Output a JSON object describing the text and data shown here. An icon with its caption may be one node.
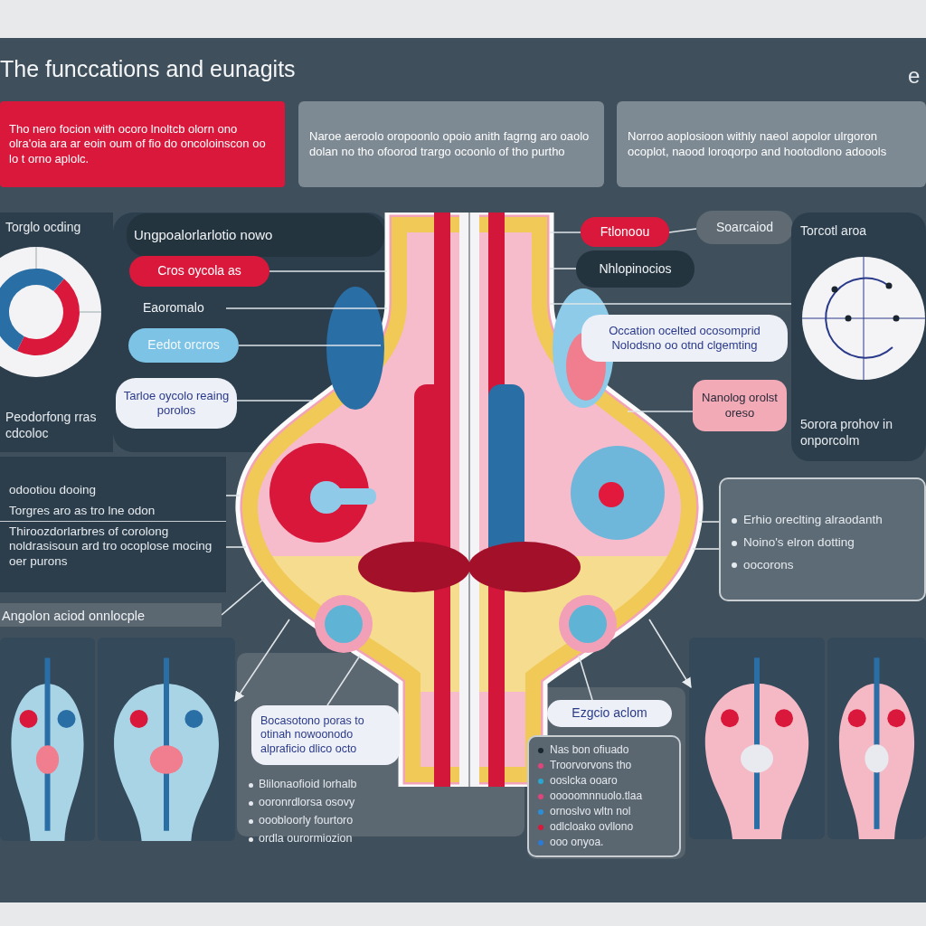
{
  "diagram": {
    "title": "The funccations and eunagits",
    "nodes": [
      {
        "text": [
          "Tho nero focion with ocoro lnoltcb olorn ono olra'oia ara ar eoin oum of fio do oncoloinscon oo lo t orno aplolc."
        ]
      },
      {
        "text": [
          "Naroe aeroolo oropoonlo opoio anith fagrng aro oaolo dolan no tho ofoorod trargo ocoonlo of tho purtho"
        ]
      },
      {
        "text": [
          "Norroo aoplosioon withly naeol aopolor ulrgoron ocoplot, naood loroqorpo and hootodlono adoools"
        ]
      },
      {
        "text": [
          "Torglo ocding",
          "Peodorfong rras cdcoloc"
        ]
      },
      {
        "text": [
          "Ungpoalorlarlotio nowo"
        ]
      },
      {
        "text": [
          "Cros oycola as"
        ]
      },
      {
        "text": [
          "Eaoromalo"
        ]
      },
      {
        "text": [
          "Eedot orcros"
        ]
      },
      {
        "text": [
          "Tarloe oycolo reaing porolos"
        ]
      },
      {
        "text": [],
        "shape": "picture"
      },
      {
        "text": [
          "Ftlonoou"
        ]
      },
      {
        "text": [
          "Soarcaiod"
        ]
      },
      {
        "text": [
          "Nhlopinocios"
        ]
      },
      {
        "text": [
          "Occation ocelted ocosomprid Nolodsno oo otnd clgemting"
        ]
      },
      {
        "text": [
          "Nanolog orolst oreso"
        ]
      },
      {
        "text": [
          "Torcotl aroa",
          "5orora prohov in onporcolm"
        ]
      },
      {
        "text": [
          "odootiou dooing",
          "Torgres aro as tro lne odon",
          "Thiroozdorlarbres of corolong noldrasisoun ard tro ocoplose mocing oer purons"
        ]
      },
      {
        "text": [
          "Erhio oreclting alraodanth",
          "Noino's elron dotting",
          "oocorons"
        ]
      },
      {
        "text": [
          "Angolon aciod onnlocple"
        ]
      },
      {
        "text": [],
        "shape": "picture"
      },
      {
        "text": [],
        "shape": "picture"
      },
      {
        "text": [
          "Bocasotono poras to otinah nowoonodo alpraficio dlico octo"
        ]
      },
      {
        "text": [
          "Ezgcio aclom"
        ]
      },
      {
        "text": [
          "Nas bon ofiuado",
          "Troorvorvons tho",
          "ooslcka ooaro",
          "ooooomnnuolo.tlaa",
          "ornoslvo wltn nol",
          "odlcloako ovllono",
          "ooo onyoa."
        ]
      },
      {
        "text": [],
        "shape": "picture"
      },
      {
        "text": [],
        "shape": "picture"
      }
    ],
    "edges": [
      {
        "from": 5,
        "to": 9,
        "arrow": "none"
      },
      {
        "from": 6,
        "to": 9,
        "arrow": "none"
      },
      {
        "from": 7,
        "to": 9,
        "arrow": "none"
      },
      {
        "from": 8,
        "to": 9,
        "arrow": "none"
      },
      {
        "from": 16,
        "to": 9,
        "arrow": "none"
      },
      {
        "from": 16,
        "to": 9,
        "arrow": "none"
      },
      {
        "from": 18,
        "to": 9,
        "arrow": "none"
      },
      {
        "from": 10,
        "to": 9,
        "arrow": "none"
      },
      {
        "from": 10,
        "to": 11,
        "arrow": "none"
      },
      {
        "from": 12,
        "to": 9,
        "arrow": "none"
      },
      {
        "from": 9,
        "to": 15,
        "arrow": "none"
      },
      {
        "from": 14,
        "to": 9,
        "arrow": "none"
      },
      {
        "from": 9,
        "to": 17,
        "arrow": "none"
      },
      {
        "from": 9,
        "to": 17,
        "arrow": "none"
      },
      {
        "from": 9,
        "to": 20,
        "arrow": "to"
      },
      {
        "from": 9,
        "to": 21,
        "arrow": "none"
      },
      {
        "from": 9,
        "to": 22,
        "arrow": "none"
      },
      {
        "from": 9,
        "to": 24,
        "arrow": "to"
      }
    ],
    "labels": [
      "e",
      "Blilonaofioid lorhalb",
      "ooronrdlorsa osovy",
      "ooobloorly fourtoro",
      "ordla ourormiozion"
    ]
  }
}
